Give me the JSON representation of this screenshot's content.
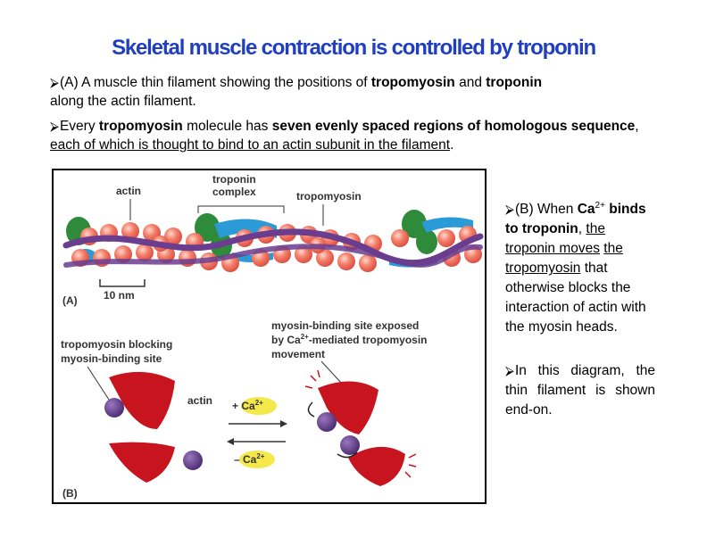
{
  "title": "Skeletal muscle contraction is controlled by troponin",
  "bullets": {
    "b1_prefix": "(A) A muscle thin filament showing the positions of ",
    "b1_tropomyosin": "tropomyosin",
    "b1_and": " and ",
    "b1_troponin": "troponin",
    "b1_line2": "along the actin filament.",
    "b2_prefix": "Every ",
    "b2_tropomyosin": "tropomyosin",
    "b2_mid": " molecule has ",
    "b2_bold": "seven evenly spaced regions of homologous sequence",
    "b2_comma": ", ",
    "b2_underlined": "each of which is thought to bind to an actin subunit in the filament",
    "b2_end": "."
  },
  "side_text": {
    "s1_prefix": "(B) When ",
    "s1_ca": "Ca",
    "s1_sup": "2+",
    "s1_binds": "binds to troponin",
    "s1_comma": ", ",
    "s1_underlined1": "the troponin moves",
    "s1_underlined2": "the tropomyosin",
    "s1_rest": " that otherwise blocks the interaction of actin with the myosin heads.",
    "s2": "In this diagram, the thin filament is shown end-on."
  },
  "figure": {
    "label_actin_top": "actin",
    "label_troponin_1": "troponin",
    "label_troponin_2": "complex",
    "label_tropomyosin": "tropomyosin",
    "label_scale": "10 nm",
    "label_A": "(A)",
    "label_exposed_1": "myosin-binding site exposed",
    "label_exposed_2a": "by Ca",
    "label_exposed_2sup": "2+",
    "label_exposed_2b": "-mediated tropomyosin",
    "label_exposed_3": "movement",
    "label_blocking_1": "tropomyosin blocking",
    "label_blocking_2": "myosin-binding site",
    "label_actin_mid": "actin",
    "label_plus": "+ Ca",
    "label_minus": "– Ca",
    "label_sup": "2+",
    "label_B": "(B)"
  },
  "colors": {
    "title": "#1f3fc0",
    "actin_sphere": "#f26d5b",
    "tropomyosin": "#6a3d8f",
    "troponin_green": "#2e8b3a",
    "troponin_blue": "#2a9bd6",
    "myosin_red": "#c8141e",
    "ca_yellow": "#f5e84a"
  }
}
